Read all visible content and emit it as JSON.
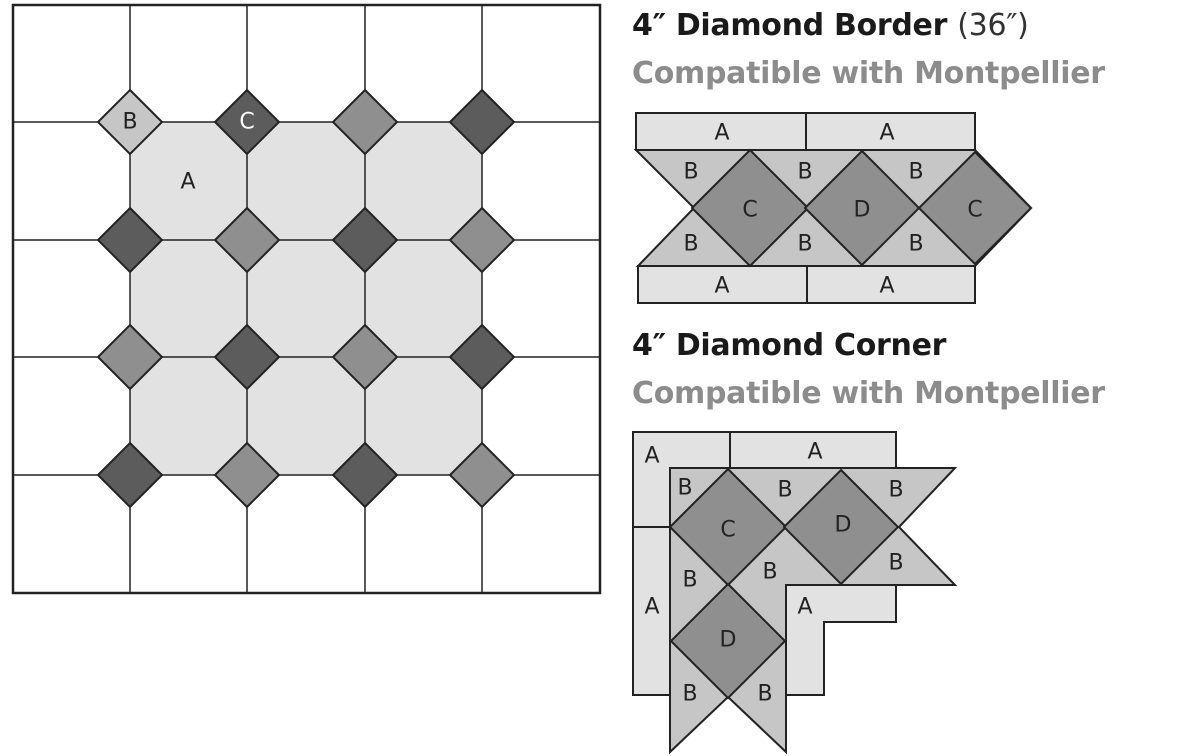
{
  "border": {
    "title": "4″ Diamond Border",
    "length": "(36″)",
    "subtitle": "Compatible with Montpellier",
    "labels": {
      "a": "A",
      "b": "B",
      "c": "C",
      "d": "D"
    }
  },
  "corner": {
    "title": "4″ Diamond Corner",
    "subtitle": "Compatible with Montpellier"
  },
  "floor": {
    "labels": {
      "b": "B",
      "c": "C",
      "a": "A"
    }
  },
  "colors": {
    "a": "#e2e2e2",
    "b": "#c6c6c6",
    "mid": "#8f8f8f",
    "dark": "#5c5c5c",
    "line": "#222222"
  }
}
